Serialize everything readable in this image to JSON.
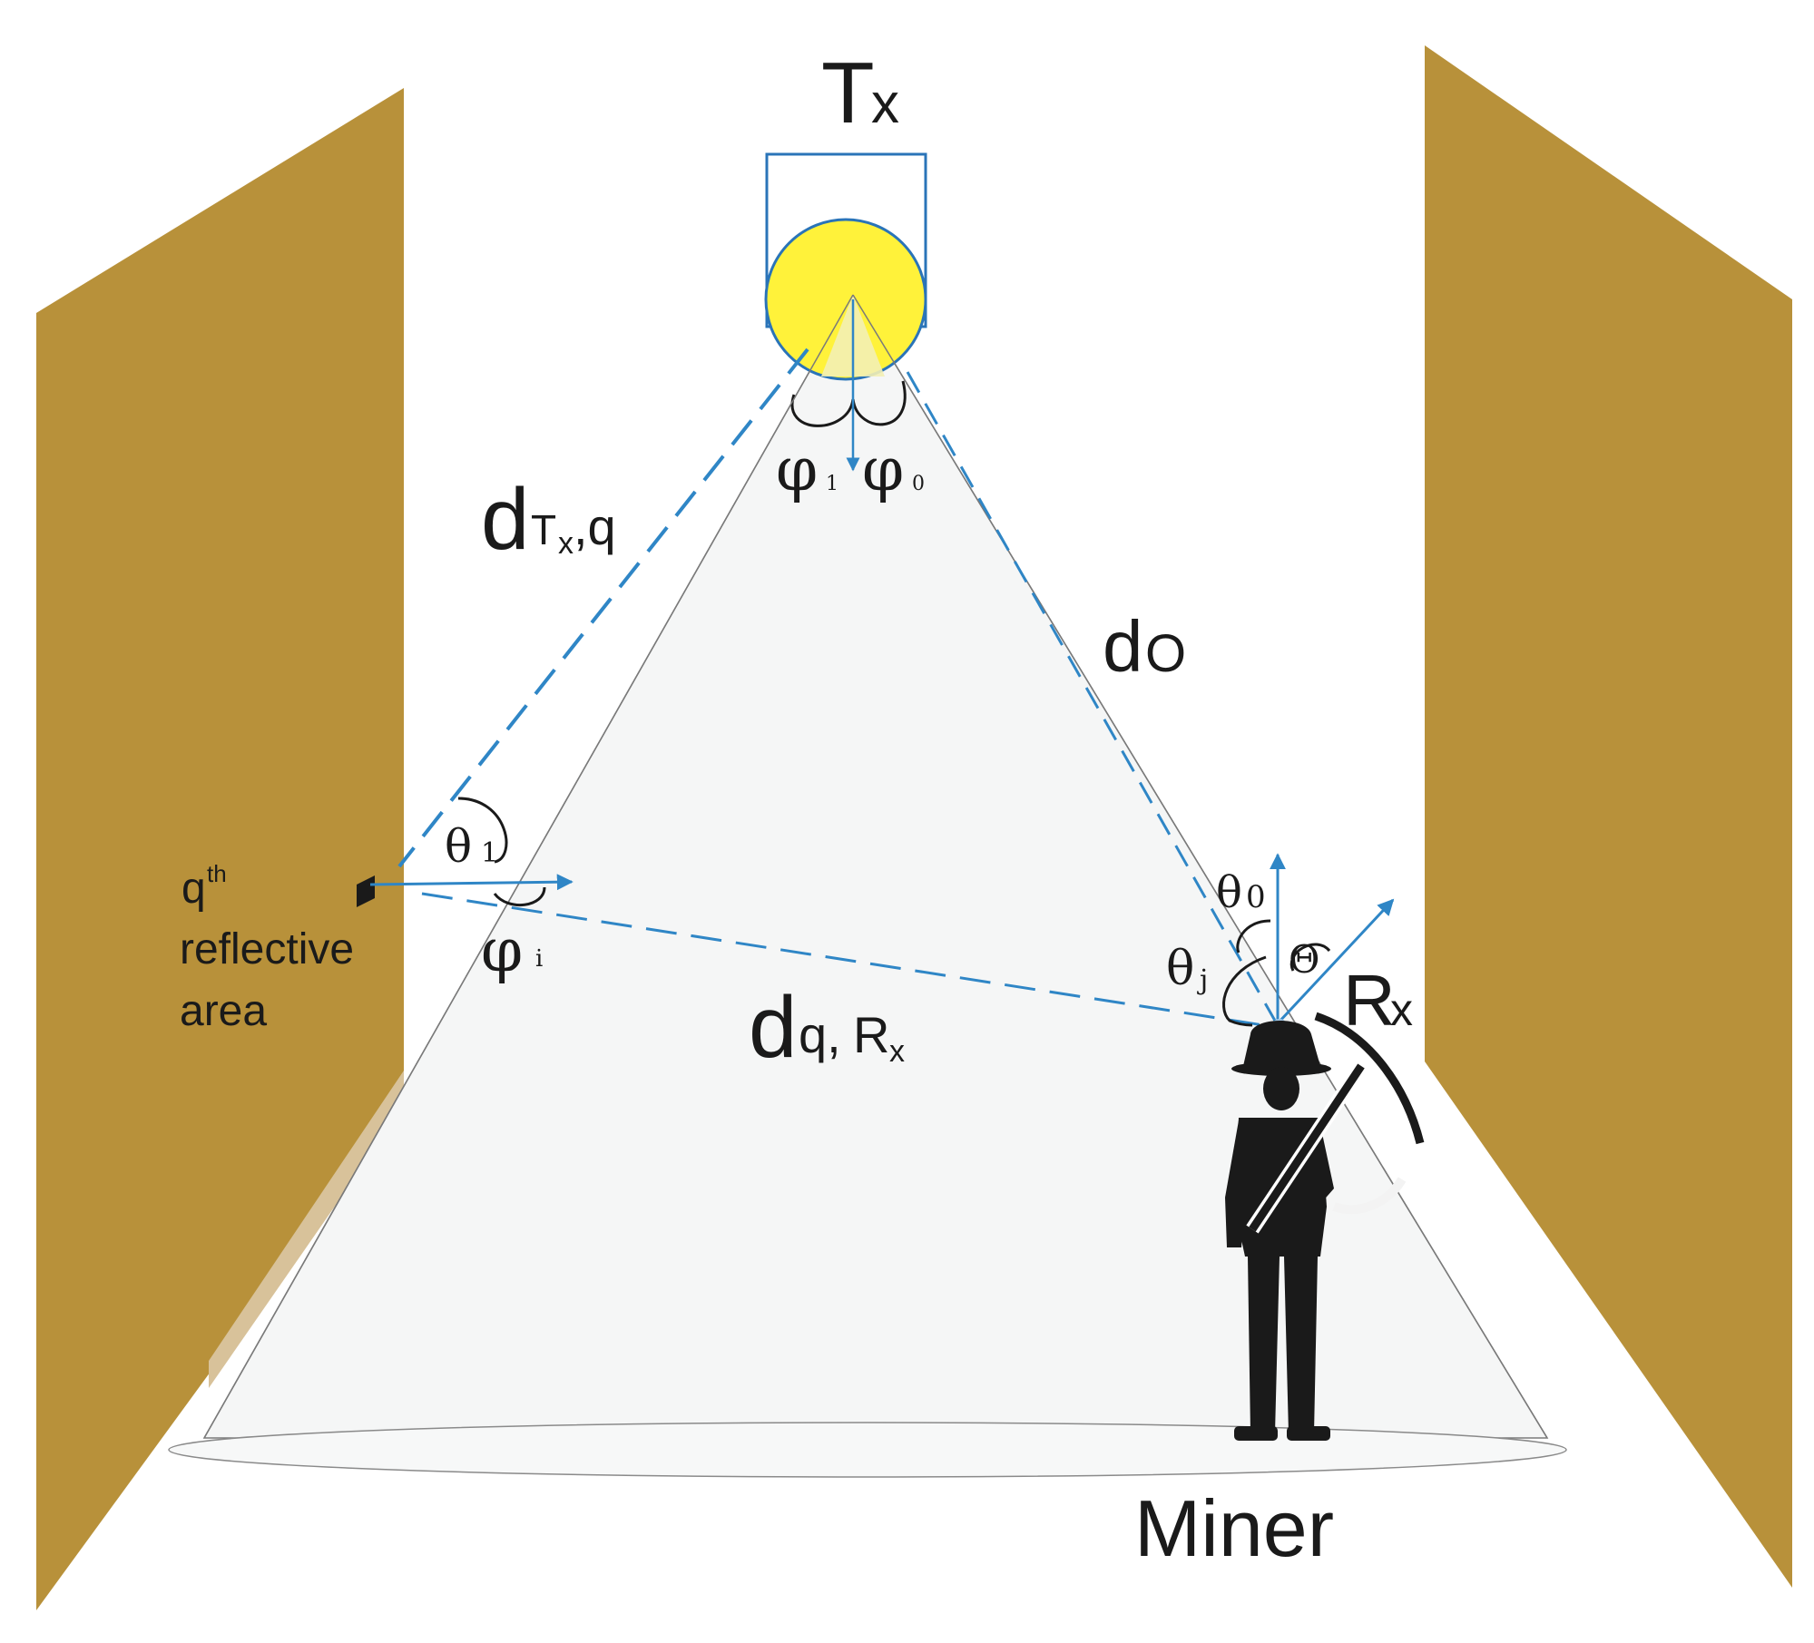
{
  "colors": {
    "wall": "#b8913a",
    "wall_edge": "#a88232",
    "cone_fill": "#f5f6f6",
    "cone_edge": "#7a7a7a",
    "ray": "#2f86c6",
    "lamp_fill": "#fff23a",
    "lamp_stroke": "#2a74b8",
    "ink": "#1a1a1a"
  },
  "labels": {
    "tx": "T",
    "tx_sub": "x",
    "rx": "R",
    "rx_sub": "x",
    "miner": "Miner",
    "d_txq_main": "d",
    "d_txq_sub": "T",
    "d_txq_sub2": "x",
    "d_txq_tail": ",q",
    "d_o_main": "d",
    "d_o_sub": "O",
    "d_qrx_main": "d",
    "d_qrx_sub": "q,",
    "d_qrx_tail": "R",
    "d_qrx_tail_sub": "x",
    "phi1": "φ",
    "phi1_sub": "1",
    "phi0": "φ",
    "phi0_sub": "0",
    "phii": "φ",
    "phii_sub": "i",
    "theta1": "θ",
    "theta1_sub": "1",
    "theta0": "θ",
    "theta0_sub": "0",
    "thetaj": "θ",
    "thetaj_sub": "j",
    "fov": "Θ",
    "q_main": "q",
    "q_sup": "th",
    "reflective": "reflective",
    "area": "area"
  },
  "icons": [
    "lamp-icon",
    "miner-icon",
    "pickaxe-icon",
    "reflector-patch-icon"
  ]
}
